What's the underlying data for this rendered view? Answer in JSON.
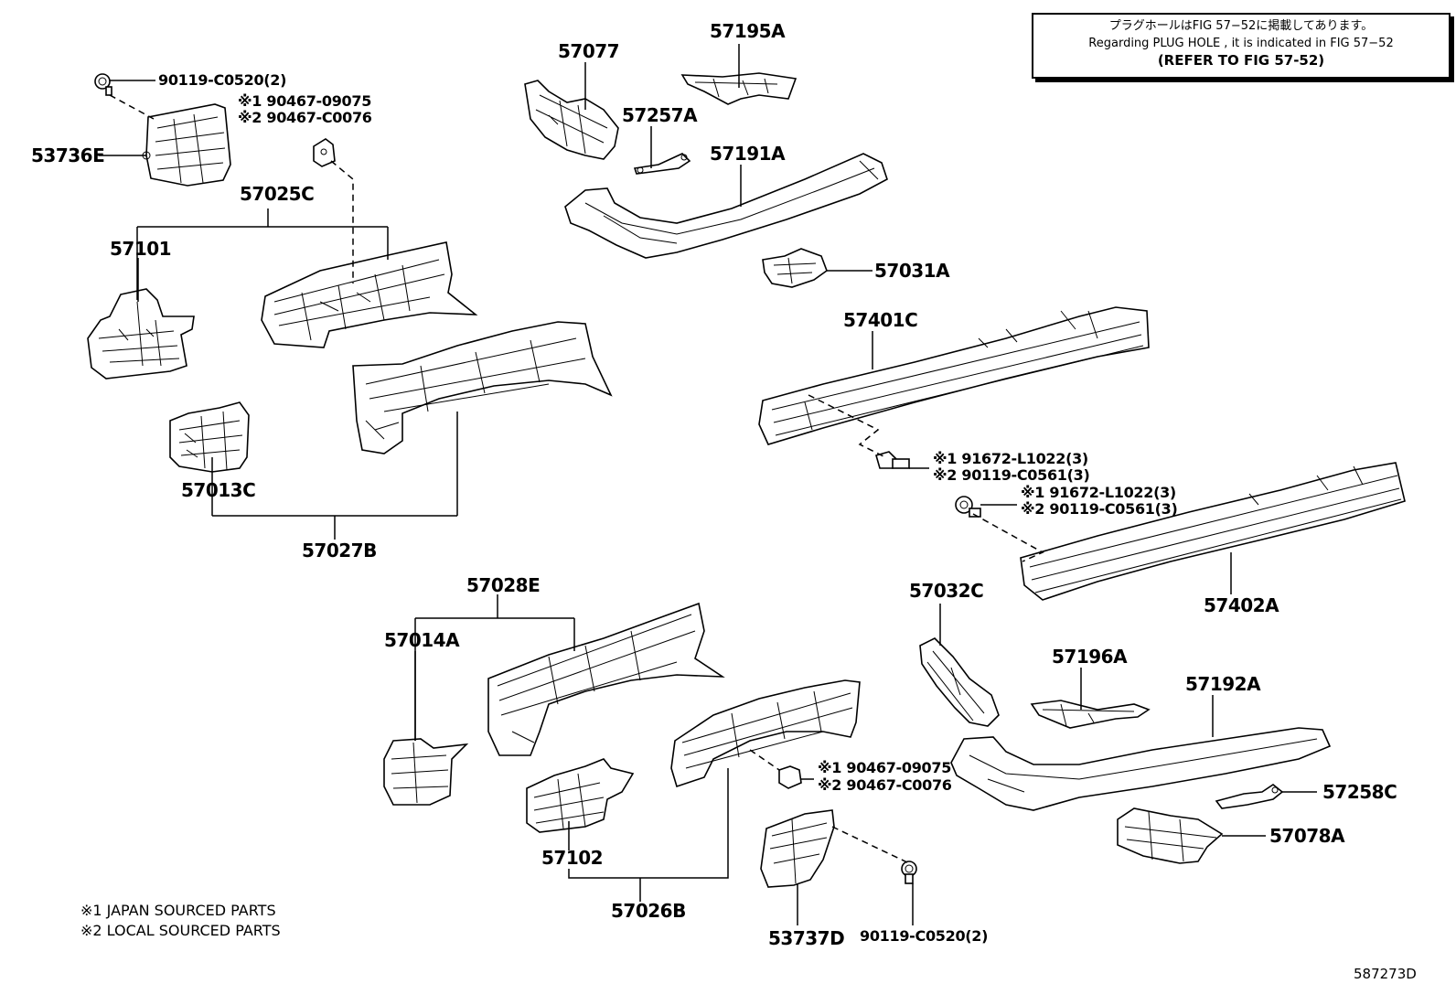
{
  "header_note": {
    "japanese": "プラグホールはFIG 57−52に掲載してあります。",
    "english": "Regarding PLUG HOLE , it is indicated in FIG 57−52",
    "refer": "(REFER TO FIG 57-52)"
  },
  "labels": {
    "p90119_c0520_top": "90119-C0520(2)",
    "p90467_09075_top": "※1 90467-09075",
    "p90467_c0076_top": "※2 90467-C0076",
    "p53736E": "53736E",
    "p57025C": "57025C",
    "p57101": "57101",
    "p57013C": "57013C",
    "p57027B": "57027B",
    "p57077": "57077",
    "p57195A": "57195A",
    "p57257A": "57257A",
    "p57191A": "57191A",
    "p57031A": "57031A",
    "p57401C": "57401C",
    "p91672_l1022_a": "※1 91672-L1022(3)",
    "p90119_c0561_a": "※2 90119-C0561(3)",
    "p91672_l1022_b": "※1 91672-L1022(3)",
    "p90119_c0561_b": "※2 90119-C0561(3)",
    "p57402A": "57402A",
    "p57028E": "57028E",
    "p57014A": "57014A",
    "p57032C": "57032C",
    "p57196A": "57196A",
    "p57192A": "57192A",
    "p90467_09075_bot": "※1 90467-09075",
    "p90467_c0076_bot": "※2 90467-C0076",
    "p57258C": "57258C",
    "p57078A": "57078A",
    "p57102": "57102",
    "p57026B": "57026B",
    "p53737D": "53737D",
    "p90119_c0520_bot": "90119-C0520(2)"
  },
  "legend": {
    "note1": "※1 JAPAN SOURCED PARTS",
    "note2": "※2 LOCAL SOURCED PARTS"
  },
  "figure_id": "587273D"
}
